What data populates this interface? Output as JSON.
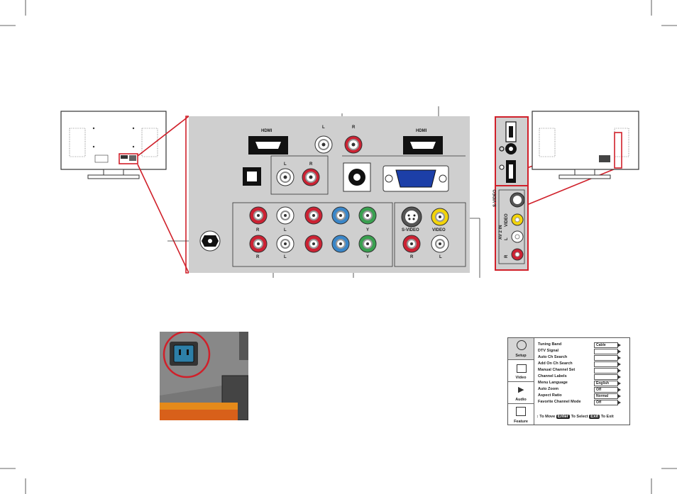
{
  "panel": {
    "hdmi_left": "HDMI",
    "hdmi_right": "HDMI",
    "audio_top_l": "L",
    "audio_top_r": "R",
    "audio_mid_l": "L",
    "audio_mid_r": "R",
    "comp_r1": "R",
    "comp_l1": "L",
    "comp_r2": "R",
    "comp_l2": "L",
    "comp_y1": "Y",
    "comp_y2": "Y",
    "svideo": "S-VIDEO",
    "video": "VIDEO",
    "av_r": "R",
    "av_l": "L"
  },
  "side_panel": {
    "svideo": "S-VIDEO",
    "av2in": "AV 2 IN",
    "video": "VIDEO",
    "l": "L",
    "r": "R"
  },
  "menu": {
    "tabs": [
      "Setup",
      "Video",
      "Audio",
      "Feature"
    ],
    "items": [
      {
        "label": "Tuning Band",
        "value": "Cable"
      },
      {
        "label": "DTV Signal",
        "value": ""
      },
      {
        "label": "Auto Ch Search",
        "value": ""
      },
      {
        "label": "Add On Ch Search",
        "value": ""
      },
      {
        "label": "Manual Channel Set",
        "value": ""
      },
      {
        "label": "Channel Labels",
        "value": ""
      },
      {
        "label": "Menu Language",
        "value": "English"
      },
      {
        "label": "Auto Zoom",
        "value": "Off"
      },
      {
        "label": "Aspect Ratio",
        "value": "Normal"
      },
      {
        "label": "Favorite Channel Mode",
        "value": "Off"
      }
    ],
    "footer": {
      "move": "To Move",
      "enter_key": "Enter",
      "select": "To Select",
      "exit_key": "Exit",
      "exit": "To Exit"
    }
  },
  "colors": {
    "red_outline": "#d0202a",
    "rca_red": "#cc2233",
    "rca_blue": "#3a86c8",
    "rca_green": "#3aa050",
    "rca_yellow": "#f2d40a",
    "vga_blue": "#1c3fa8"
  }
}
